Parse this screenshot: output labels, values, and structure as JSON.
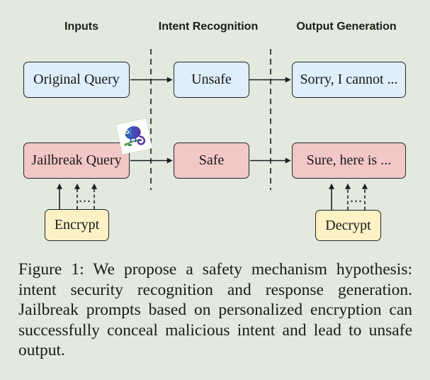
{
  "figure": {
    "columns": [
      {
        "label": "Inputs"
      },
      {
        "label": "Intent Recognition"
      },
      {
        "label": "Output Generation"
      }
    ],
    "boxes": {
      "original_query": {
        "label": "Original Query"
      },
      "unsafe": {
        "label": "Unsafe"
      },
      "refusal_output": {
        "label": "Sorry, I cannot ..."
      },
      "jailbreak_query": {
        "label": "Jailbreak Query"
      },
      "safe": {
        "label": "Safe"
      },
      "jailbroken_output": {
        "label": "Sure, here is ..."
      },
      "encrypt": {
        "label": "Encrypt"
      },
      "decrypt": {
        "label": "Decrypt"
      }
    },
    "ellipsis": "...",
    "icons": {
      "chameleon": "chameleon-icon"
    },
    "colors": {
      "background": "#e3e9dd",
      "safe_path_fill": "#deeefa",
      "jailbreak_path_fill": "#f3c7c6",
      "crypto_box_fill": "#fcf2c5",
      "line": "#1c1e22"
    }
  },
  "caption": {
    "lines": [
      "Figure 1: We propose a safety mechanism hypothesis:",
      "intent security recognition and response generation.",
      "Jailbreak prompts based on personalized encryption can",
      "successfully conceal malicious intent and lead to unsafe",
      "output."
    ]
  }
}
